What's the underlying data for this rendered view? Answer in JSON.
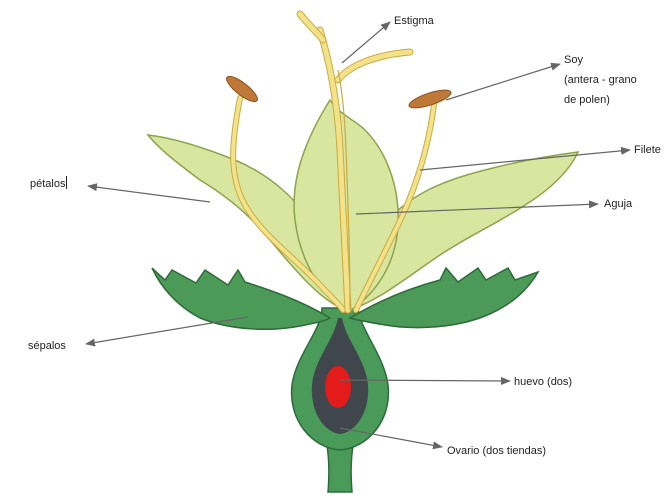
{
  "diagram": {
    "labels": {
      "estigma": "Estigma",
      "soy_line1": "Soy",
      "soy_line2": "(antera - grano",
      "soy_line3": "de polen)",
      "filete": "Filete",
      "petalos": "pétalos",
      "aguja": "Aguja",
      "sepalos": "sépalos",
      "huevo": "huevo (dos)",
      "ovario": "Ovario (dos tiendas)"
    },
    "colors": {
      "petal_fill": "#d8e6a0",
      "petal_stroke": "#8fa24c",
      "sepal_fill": "#4c9a58",
      "sepal_stroke": "#2e6b3a",
      "ovary_fill": "#4a9a5a",
      "ovary_inner": "#3f474c",
      "ovule": "#e41b1b",
      "filament": "#f4e28a",
      "filament_stroke": "#c8ab42",
      "anther": "#bf7838",
      "arrow": "#666666"
    }
  }
}
